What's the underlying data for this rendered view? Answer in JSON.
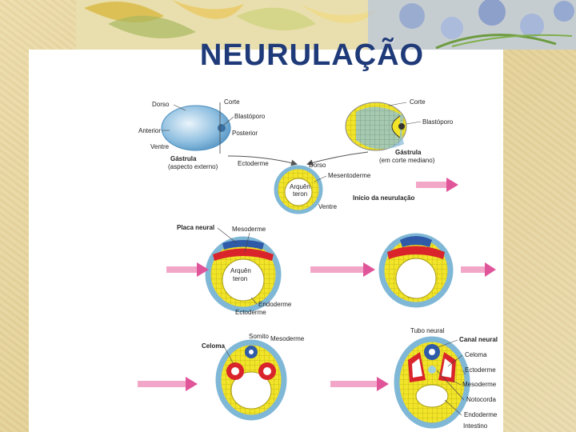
{
  "title": "NEURULAÇÃO",
  "labels": {
    "dorso_top": "Dorso",
    "corte_left": "Corte",
    "blastoporo_left": "Blastóporo",
    "anterior": "Anterior",
    "posterior": "Posterior",
    "ventre_left": "Ventre",
    "gastrula_ext_1": "Gástrula",
    "gastrula_ext_2": "(aspecto externo)",
    "corte_right": "Corte",
    "blastoporo_right": "Blastóporo",
    "gastrula_med_1": "Gástrula",
    "gastrula_med_2": "(em corte mediano)",
    "ectoderme_top": "Ectoderme",
    "dorso_mid": "Dorso",
    "mesentoderme": "Mesentoderme",
    "arquenteron_1_a": "Arquên",
    "arquenteron_1_b": "teron",
    "inicio": "Início da neurulação",
    "ventre_mid": "Ventre",
    "placa_neural": "Placa neural",
    "mesoderme_mid": "Mesoderme",
    "arquenteron_2_a": "Arquên",
    "arquenteron_2_b": "teron",
    "endoderme_mid": "Endoderme",
    "ectoderme_mid": "Ectoderme",
    "somito": "Somito",
    "mesoderme_low": "Mesoderme",
    "celoma_left": "Celoma",
    "tubo_neural": "Tubo neural",
    "canal_neural": "Canal neural",
    "celoma_right": "Celoma",
    "ectoderme_right": "Ectoderme",
    "mesoderme_right": "Mesoderme",
    "notocorda": "Notocorda",
    "endoderme_right": "Endoderme",
    "intestino": "Intestino"
  },
  "colors": {
    "title": "#1f3a78",
    "arrow": "#e0559a",
    "ectoderm_blue": "#7fb7d6",
    "endoderm_yellow": "#f0e02a",
    "mesoderm_red": "#d8242a",
    "neural_blue": "#2e5aa8",
    "background": "#e9d9a6"
  }
}
